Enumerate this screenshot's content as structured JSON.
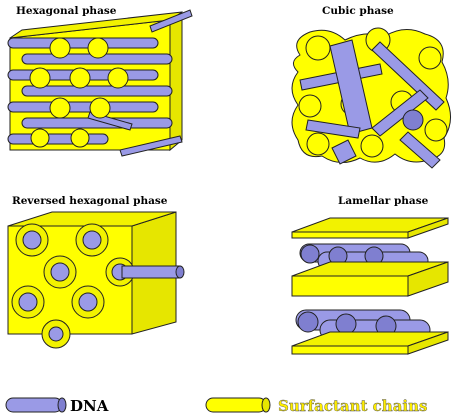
{
  "panels": {
    "hexagonal": {
      "title": "Hexagonal phase"
    },
    "cubic": {
      "title": "Cubic phase"
    },
    "reversed_hexagonal": {
      "title": "Reversed hexagonal phase"
    },
    "lamellar": {
      "title": "Lamellar phase"
    }
  },
  "legend": {
    "dna_label": "DNA",
    "surfactant_label": "Surfactant chains"
  },
  "colors": {
    "dna": "#9a9ae6",
    "surfactant": "#ffff00",
    "outline": "#222222"
  }
}
